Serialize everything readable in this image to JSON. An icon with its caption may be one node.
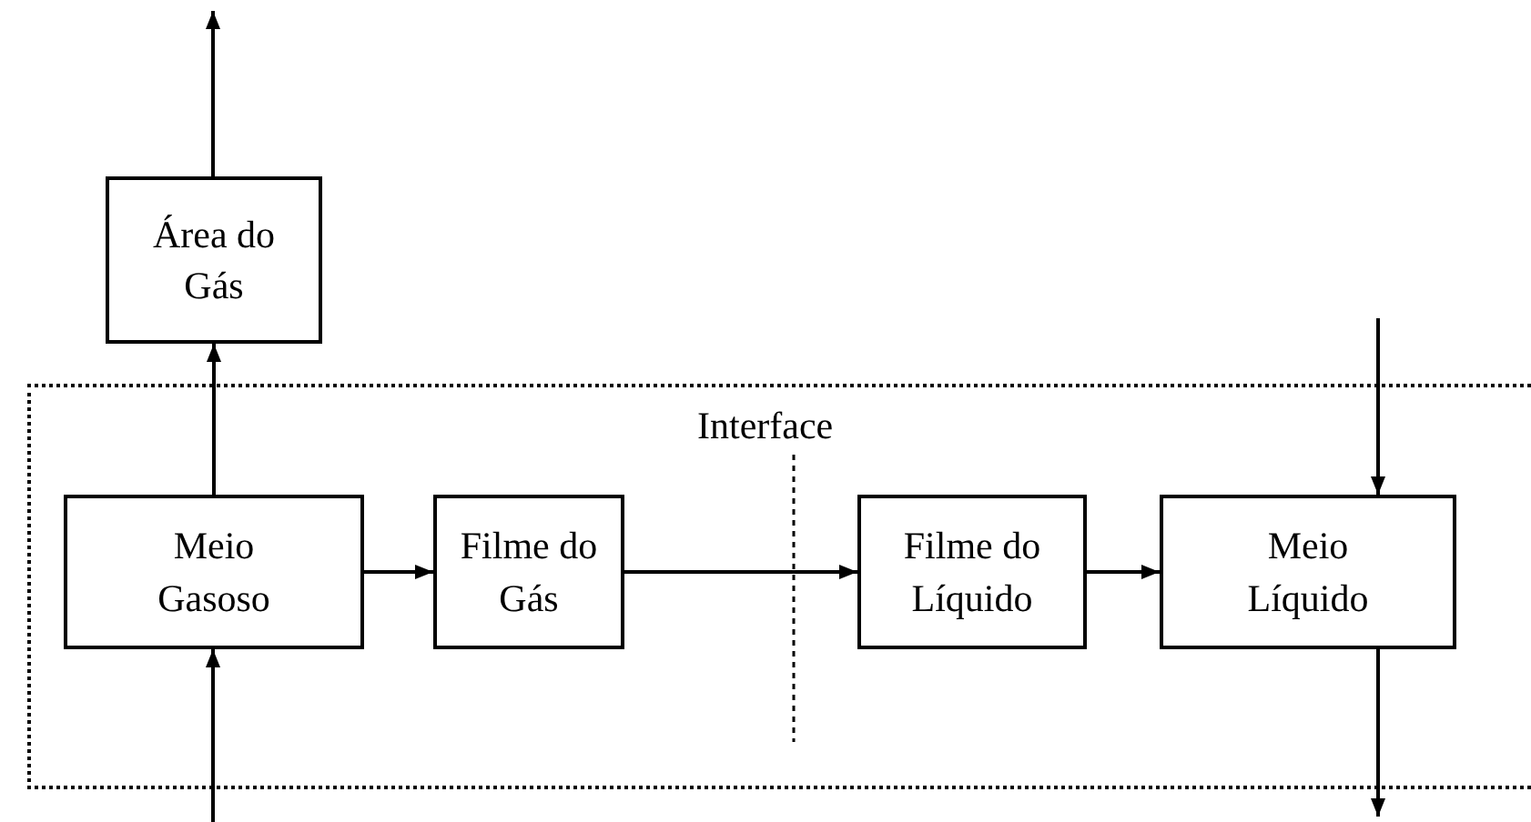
{
  "diagram": {
    "nodes": [
      {
        "text": [
          "Área do Gás"
        ]
      },
      {
        "text": [],
        "shape": "box"
      },
      {
        "text": [
          "Meio Gasoso"
        ],
        "in": 1
      },
      {
        "text": [
          "Filme do Gás"
        ],
        "in": 1
      },
      {
        "text": [
          "Filme do Líquido"
        ],
        "in": 1
      },
      {
        "text": [
          "Meio Líquido"
        ],
        "in": 1
      }
    ],
    "edges": [
      {
        "from": 0,
        "to": null,
        "arrow": "to"
      },
      {
        "from": 2,
        "to": 0,
        "arrow": "to"
      },
      {
        "from": 2,
        "to": 3,
        "arrow": "to"
      },
      {
        "from": 3,
        "to": 4,
        "arrow": "to"
      },
      {
        "from": 4,
        "to": 5,
        "arrow": "to"
      },
      {
        "from": null,
        "to": 2,
        "arrow": "to"
      },
      {
        "from": null,
        "to": 5,
        "arrow": "to"
      },
      {
        "from": 5,
        "to": null,
        "arrow": "to"
      }
    ],
    "labels": [
      "Interface"
    ]
  }
}
